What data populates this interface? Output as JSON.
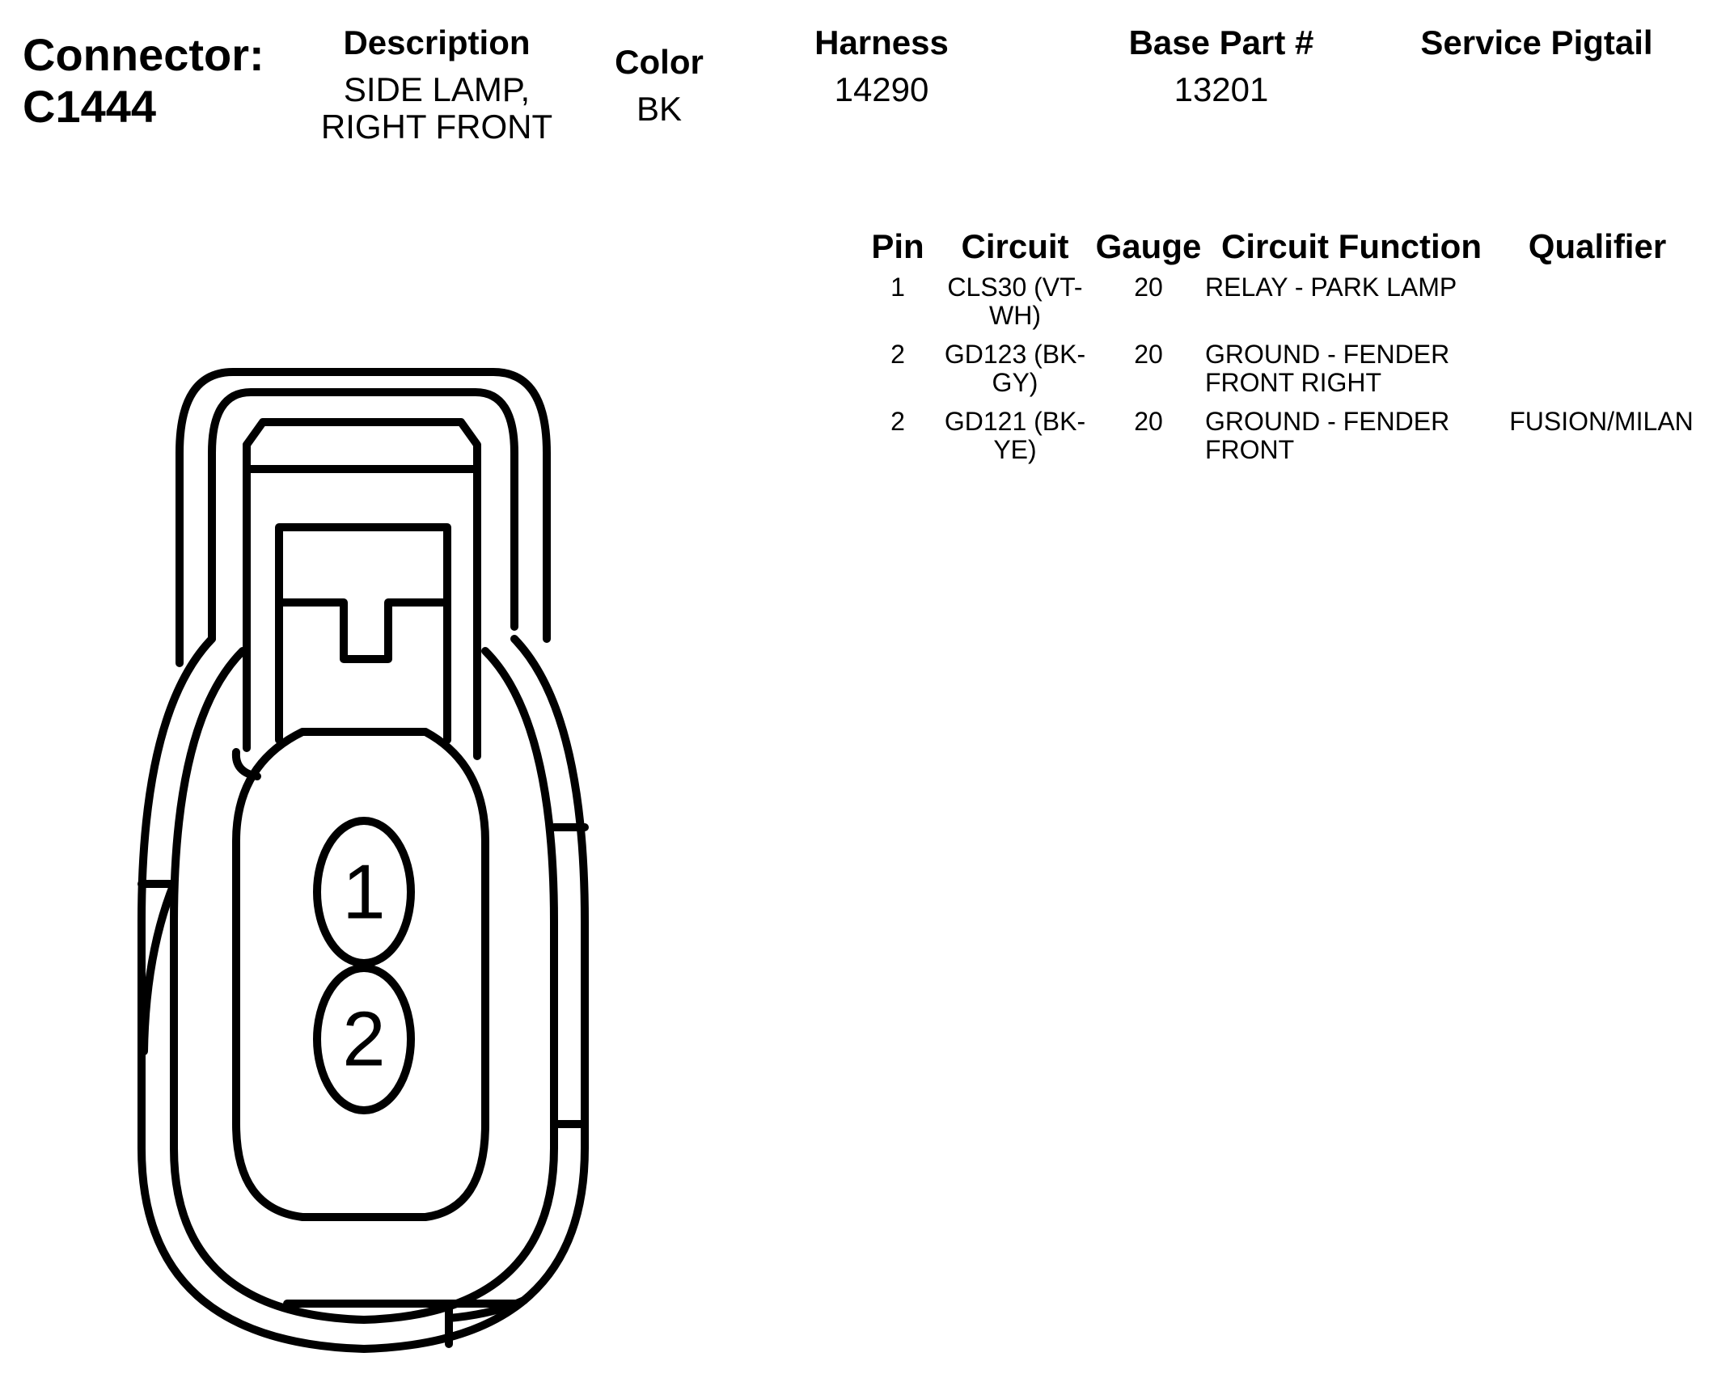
{
  "connector": {
    "label": "Connector:",
    "id": "C1444"
  },
  "header": {
    "description": {
      "label": "Description",
      "value_line1": "SIDE LAMP,",
      "value_line2": "RIGHT FRONT"
    },
    "color": {
      "label": "Color",
      "value": "BK"
    },
    "harness": {
      "label": "Harness",
      "value": "14290"
    },
    "base_part": {
      "label": "Base Part #",
      "value": "13201"
    },
    "service_pigtail": {
      "label": "Service Pigtail",
      "value": ""
    }
  },
  "pin_table": {
    "columns": [
      "Pin",
      "Circuit",
      "Gauge",
      "Circuit Function",
      "Qualifier"
    ],
    "rows": [
      {
        "pin": "1",
        "circuit_l1": "CLS30 (VT-",
        "circuit_l2": "WH)",
        "gauge": "20",
        "function_l1": "RELAY - PARK LAMP",
        "function_l2": "",
        "qualifier": ""
      },
      {
        "pin": "2",
        "circuit_l1": "GD123 (BK-",
        "circuit_l2": "GY)",
        "gauge": "20",
        "function_l1": "GROUND - FENDER",
        "function_l2": "FRONT RIGHT",
        "qualifier": ""
      },
      {
        "pin": "2",
        "circuit_l1": "GD121 (BK-",
        "circuit_l2": "YE)",
        "gauge": "20",
        "function_l1": "GROUND - FENDER",
        "function_l2": "FRONT",
        "qualifier": "FUSION/MILAN"
      }
    ]
  },
  "diagram": {
    "pin_labels": [
      "1",
      "2"
    ]
  }
}
